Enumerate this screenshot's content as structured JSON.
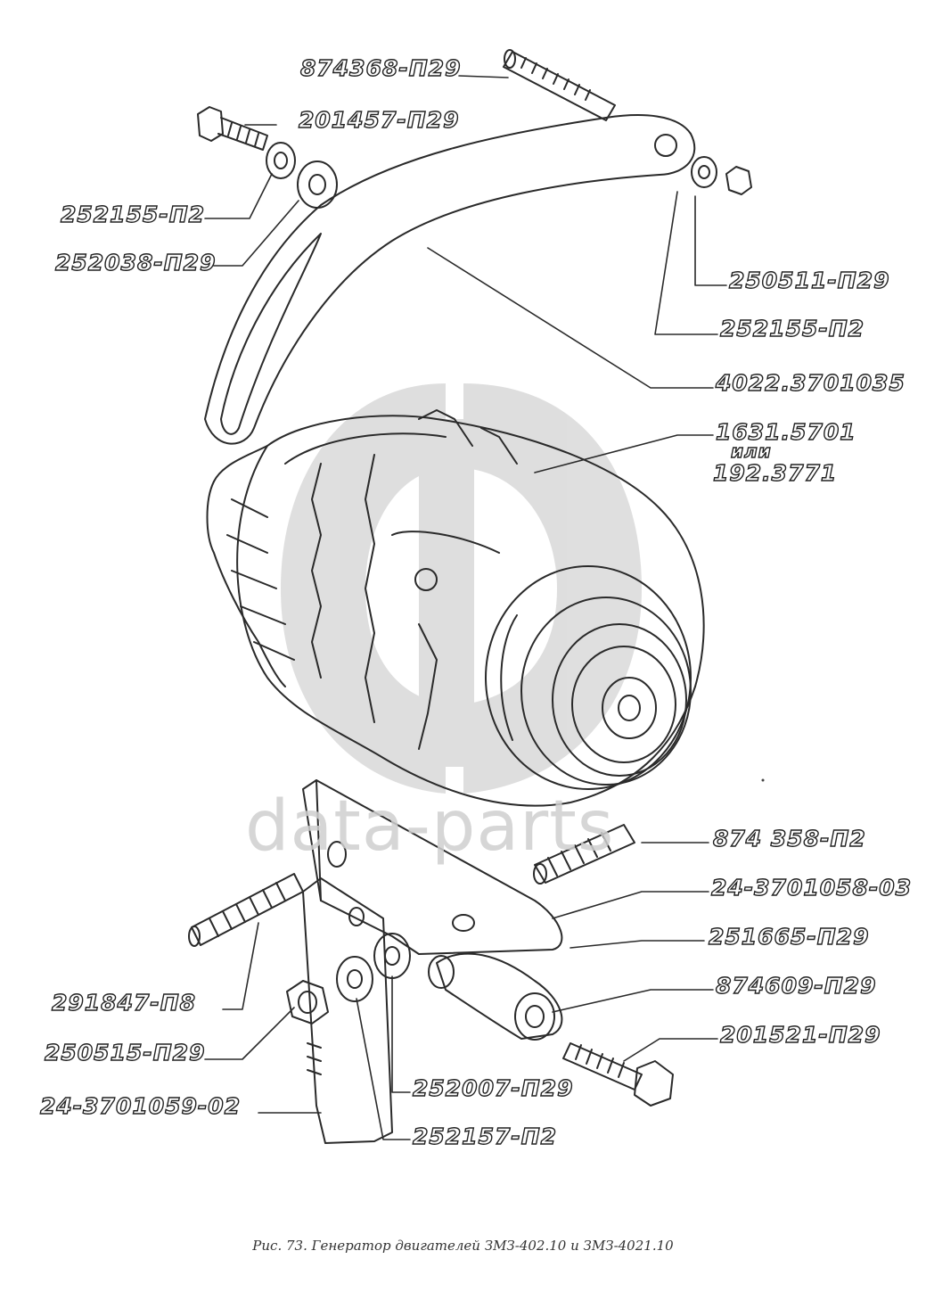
{
  "labels": {
    "l1": "874368-П29",
    "l2": "201457-П29",
    "l3": "252155-П2",
    "l4": "252038-П29",
    "l5": "250511-П29",
    "l6": "252155-П2",
    "l7": "4022.3701035",
    "l8a": "1631.5701",
    "l8b": "или",
    "l8c": "192.3771",
    "l9": "874 358-П2",
    "l10": "24-3701058-03",
    "l11": "251665-П29",
    "l12": "874609-П29",
    "l13": "201521-П29",
    "l14": "291847-П8",
    "l15": "250515-П29",
    "l16": "24-3701059-02",
    "l17": "252007-П29",
    "l18": "252157-П2"
  },
  "watermark": "data-parts",
  "caption": "Рис. 73. Генератор двигателей ЗМЗ-402.10 и ЗМЗ-4021.10"
}
